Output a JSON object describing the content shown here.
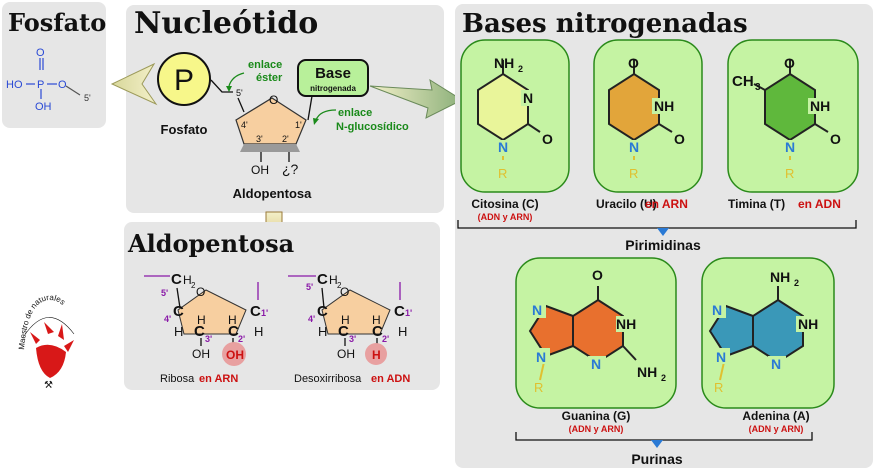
{
  "fosfato_panel": {
    "title": "Fosfato",
    "atoms": {
      "p": "P",
      "o_top": "O",
      "ho_left": "HO",
      "oh_bottom": "OH",
      "o_right": "O",
      "label5": "5'"
    }
  },
  "nucleotido_panel": {
    "title": "Nucleótido",
    "phosphate_symbol": "P",
    "phosphate_label": "Fosfato",
    "ester_link_1": "enlace",
    "ester_link_2": "éster",
    "base_line1": "Base",
    "base_line2": "nitrogenada",
    "glyco_link_1": "enlace",
    "glyco_link_2": "N-glucosídico",
    "c5": "5'",
    "c4": "4'",
    "c3": "3'",
    "c2": "2'",
    "c1": "1'",
    "ring_o": "O",
    "oh": "OH",
    "unknown": "¿?",
    "sugar_label": "Aldopentosa"
  },
  "aldopentosa_panel": {
    "title": "Aldopentosa",
    "ribose": {
      "caption_black": "Ribosa",
      "caption_red": "en ARN",
      "oh3": "OH",
      "sub2": "OH"
    },
    "deoxy": {
      "caption_black": "Desoxirribosa",
      "caption_red": "en ADN",
      "oh3": "OH",
      "sub2": "H"
    },
    "atoms": {
      "c": "C",
      "h": "H",
      "h2": "2",
      "o": "O",
      "n5": "5'",
      "n4": "4'",
      "n3": "3'",
      "n2": "2'",
      "n1": "1'"
    }
  },
  "bases_panel": {
    "title": "Bases nitrogenadas",
    "pyrimidines_label": "Pirimidinas",
    "purines_label": "Purinas",
    "citosina": {
      "name": "Citosina (C)",
      "note": "(ADN y ARN)",
      "nh2": "NH",
      "sub": "2"
    },
    "uracilo": {
      "name_black": "Uracilo (U)",
      "name_red": "en ARN"
    },
    "timina": {
      "name_black": "Timina (T)",
      "name_red": "en ADN",
      "ch3": "CH",
      "sub": "3"
    },
    "guanina": {
      "name": "Guanina (G)",
      "note": "(ADN y ARN)",
      "nh2": "NH",
      "sub": "2"
    },
    "adenina": {
      "name": "Adenina (A)",
      "note": "(ADN y ARN)",
      "nh2": "NH",
      "sub": "2"
    },
    "atoms": {
      "n": "N",
      "nh": "NH",
      "o": "O",
      "r": "R"
    }
  },
  "logo": {
    "text": "Maestro de naturales"
  },
  "colors": {
    "panel": "#e6e6e6",
    "green_box": "#c5f3a3",
    "green_border": "#2a8a1a",
    "red": "#cc1111",
    "blue_n": "#2a7ad5",
    "purple": "#8a1aa8",
    "cytosine": "#e9f59a",
    "uracil": "#e2a53a",
    "thymine": "#5fb83c",
    "guanine": "#e8702e",
    "adenine": "#3a98b8",
    "sugar": "#f7cfa0",
    "arrow": "#c9c47a"
  }
}
